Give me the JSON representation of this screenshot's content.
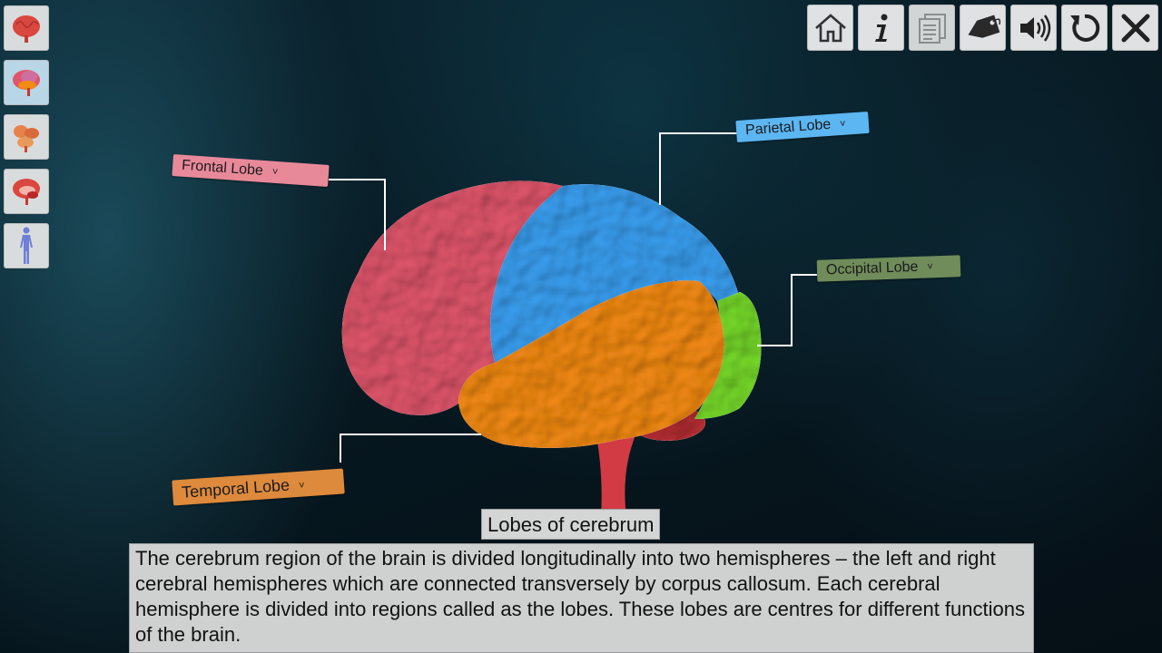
{
  "sidebar": {
    "items": [
      {
        "icon": "brain-whole-icon",
        "active": false
      },
      {
        "icon": "brain-lobes-icon",
        "active": true
      },
      {
        "icon": "brain-parts-icon",
        "active": false
      },
      {
        "icon": "brain-section-icon",
        "active": false
      },
      {
        "icon": "human-body-icon",
        "active": false
      }
    ]
  },
  "toolbar": {
    "buttons": [
      {
        "icon": "home-icon"
      },
      {
        "icon": "info-icon"
      },
      {
        "icon": "notes-icon"
      },
      {
        "icon": "tag-icon"
      },
      {
        "icon": "sound-icon"
      },
      {
        "icon": "reset-icon"
      },
      {
        "icon": "close-icon"
      }
    ]
  },
  "labels": {
    "frontal": "Frontal Lobe",
    "parietal": "Parietal Lobe",
    "occipital": "Occipital Lobe",
    "temporal": "Temporal Lobe",
    "chevron": "˅"
  },
  "colors": {
    "frontal": "#e0566b",
    "parietal": "#3a9ff0",
    "occipital": "#76d82a",
    "temporal": "#f28a14",
    "frontal_label_bg": "#e8899a",
    "parietal_label_bg": "#5cb6f2",
    "occipital_label_bg": "#6f8c5a",
    "temporal_label_bg": "#dd8a3c"
  },
  "caption": {
    "title": "Lobes of cerebrum",
    "text": "The cerebrum region of the brain is divided longitudinally into two hemispheres – the left and right cerebral hemispheres which are connected transversely by corpus callosum. Each cerebral hemisphere is divided into regions called as the lobes. These lobes are centres for different functions of the brain."
  }
}
